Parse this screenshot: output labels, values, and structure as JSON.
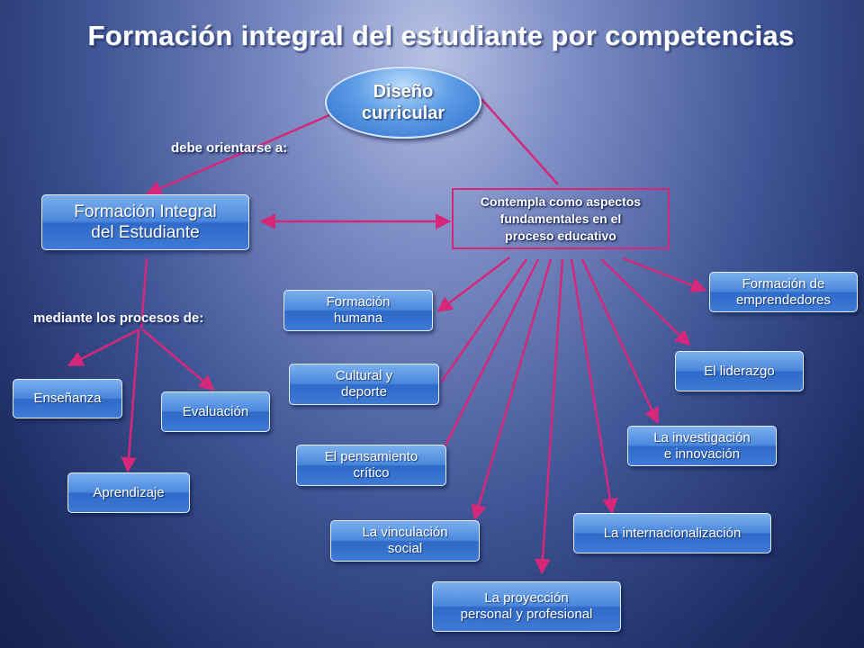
{
  "title": "Formación integral del estudiante por competencias",
  "root": {
    "label": "Diseño\ncurricular"
  },
  "edge_labels": {
    "orienta": "debe orientarse a:",
    "mediante": "mediante los procesos de:"
  },
  "formacion_integral": "Formación Integral\ndel Estudiante",
  "contempla": "Contempla como aspectos\nfundamentales en el\nproceso educativo",
  "procesos": [
    "Enseñanza",
    "Evaluación",
    "Aprendizaje"
  ],
  "aspectos": [
    "Formación\nhumana",
    "Cultural y\ndeporte",
    "El pensamiento\ncrítico",
    "La vinculación\nsocial",
    "La proyección\npersonal y profesional",
    "La internacionalización",
    "La investigación\ne innovación",
    "El liderazgo",
    "Formación de\nemprendedores"
  ],
  "colors": {
    "connector": "#d6287a",
    "node": "#3e7ad6",
    "background": "#2b3f80"
  }
}
